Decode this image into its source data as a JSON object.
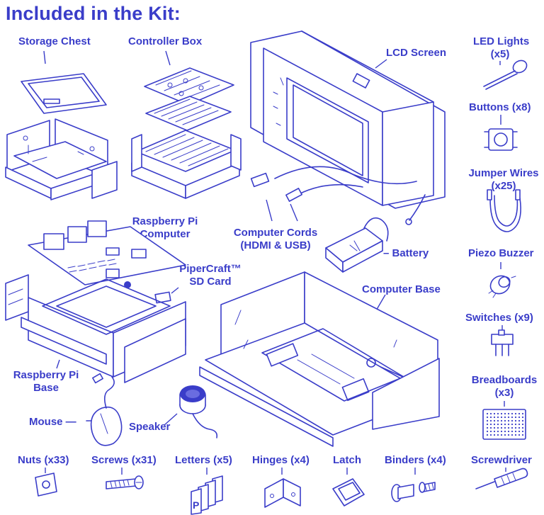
{
  "title": "Included in the Kit:",
  "labels": {
    "storage_chest": "Storage Chest",
    "controller_box": "Controller Box",
    "lcd_screen": "LCD Screen",
    "led_lights_1": "LED Lights",
    "led_lights_2": "(x5)",
    "buttons": "Buttons (x8)",
    "jumper_wires_1": "Jumper Wires",
    "jumper_wires_2": "(x25)",
    "piezo_buzzer": "Piezo Buzzer",
    "switches": "Switches (x9)",
    "breadboards_1": "Breadboards",
    "breadboards_2": "(x3)",
    "screwdriver": "Screwdriver",
    "raspberry_pi_computer_1": "Raspberry Pi",
    "raspberry_pi_computer_2": "Computer",
    "computer_cords_1": "Computer Cords",
    "computer_cords_2": "(HDMI & USB)",
    "battery": "– Battery",
    "sd_card_1": "PiperCraft™",
    "sd_card_2": "SD Card",
    "computer_base": "Computer Base",
    "raspberry_pi_base_1": "Raspberry Pi",
    "raspberry_pi_base_2": "Base",
    "mouse": "Mouse —",
    "speaker": "Speaker",
    "nuts": "Nuts (x33)",
    "screws": "Screws (x31)",
    "letters": "Letters (x5)",
    "hinges": "Hinges (x4)",
    "latch": "Latch",
    "binders": "Binders (x4)"
  },
  "letter_glyph": "P",
  "colors": {
    "ink": "#3a3dc9",
    "background": "#ffffff"
  }
}
